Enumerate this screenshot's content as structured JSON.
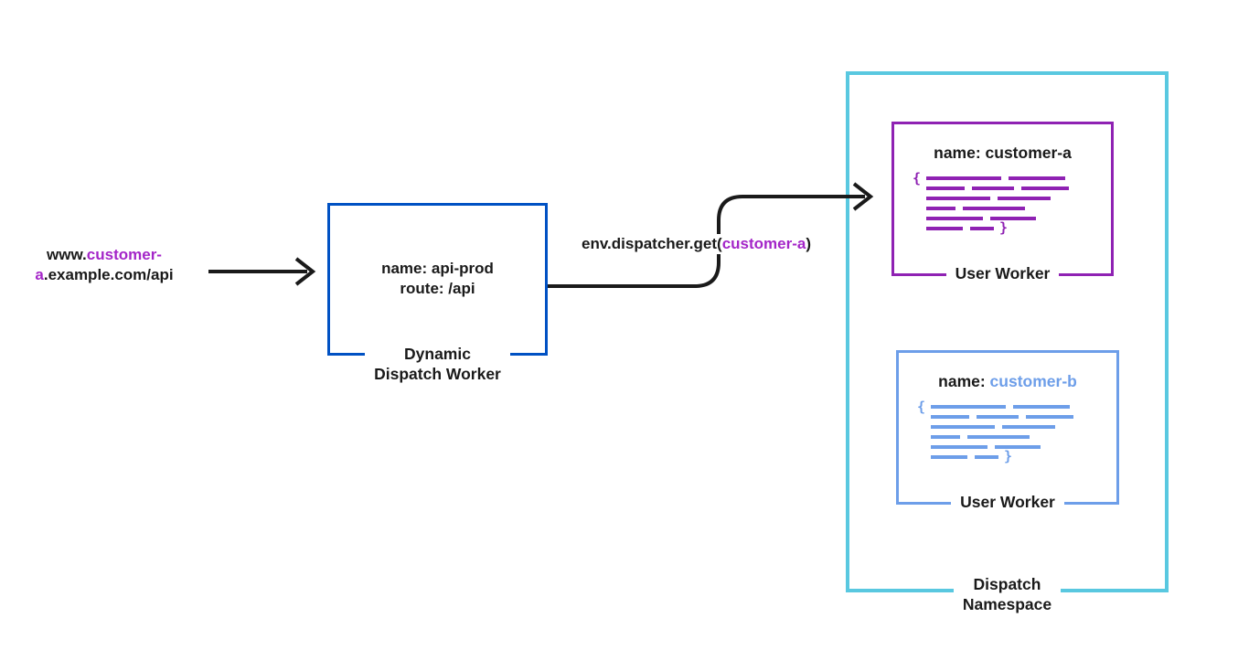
{
  "colors": {
    "arrow_black": "#1a1a1a",
    "dispatch_blue": "#0051c3",
    "worker_a_purple": "#8f22b3",
    "highlight_purple": "#a426c8",
    "worker_b_blue": "#6d9ee9",
    "namespace_cyan": "#59c8e0"
  },
  "request_url": {
    "line1_prefix": "www.",
    "line1_highlight": "customer-",
    "line2_highlight": "a",
    "line2_rest": ".example.com/api"
  },
  "dispatch_worker": {
    "name_line": "name: api-prod",
    "route_line": "route: /api",
    "label_line1": "Dynamic",
    "label_line2": "Dispatch Worker"
  },
  "dispatcher_call": {
    "prefix": "env.dispatcher.get(",
    "highlight": "customer-a",
    "suffix": ")"
  },
  "dispatch_namespace": {
    "label_line1": "Dispatch",
    "label_line2": "Namespace",
    "workers": [
      {
        "id": "customer-a",
        "title_prefix": "name: customer-a",
        "title_highlight": "",
        "label": "User Worker",
        "open_brace": "{",
        "close_brace": "}"
      },
      {
        "id": "customer-b",
        "title_prefix": "name: ",
        "title_highlight": "customer-b",
        "label": "User Worker",
        "open_brace": "{",
        "close_brace": "}"
      }
    ]
  }
}
